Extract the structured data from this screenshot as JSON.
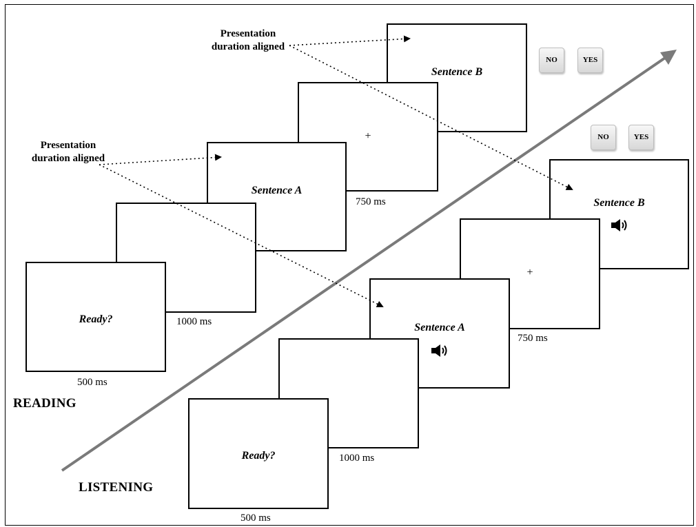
{
  "conditions": {
    "reading": "READING",
    "listening": "LISTENING"
  },
  "notes": {
    "top": "Presentation duration aligned",
    "left": "Presentation duration aligned"
  },
  "reading": {
    "ready": "Ready?",
    "sentence_a": "Sentence A",
    "fixation": "+",
    "sentence_b": "Sentence B",
    "dur_ready": "500 ms",
    "dur_blank": "1000 ms",
    "dur_fixation": "750 ms",
    "keys": {
      "no": "NO",
      "yes": "YES"
    }
  },
  "listening": {
    "ready": "Ready?",
    "sentence_a": "Sentence A",
    "fixation": "+",
    "sentence_b": "Sentence B",
    "dur_ready": "500 ms",
    "dur_blank": "1000 ms",
    "dur_fixation": "750 ms",
    "keys": {
      "no": "NO",
      "yes": "YES"
    }
  },
  "icons": {
    "speaker": "speaker-icon",
    "arrow": "arrow-head-icon"
  },
  "colors": {
    "diagonal": "#7a7a7a",
    "border": "#000000"
  }
}
